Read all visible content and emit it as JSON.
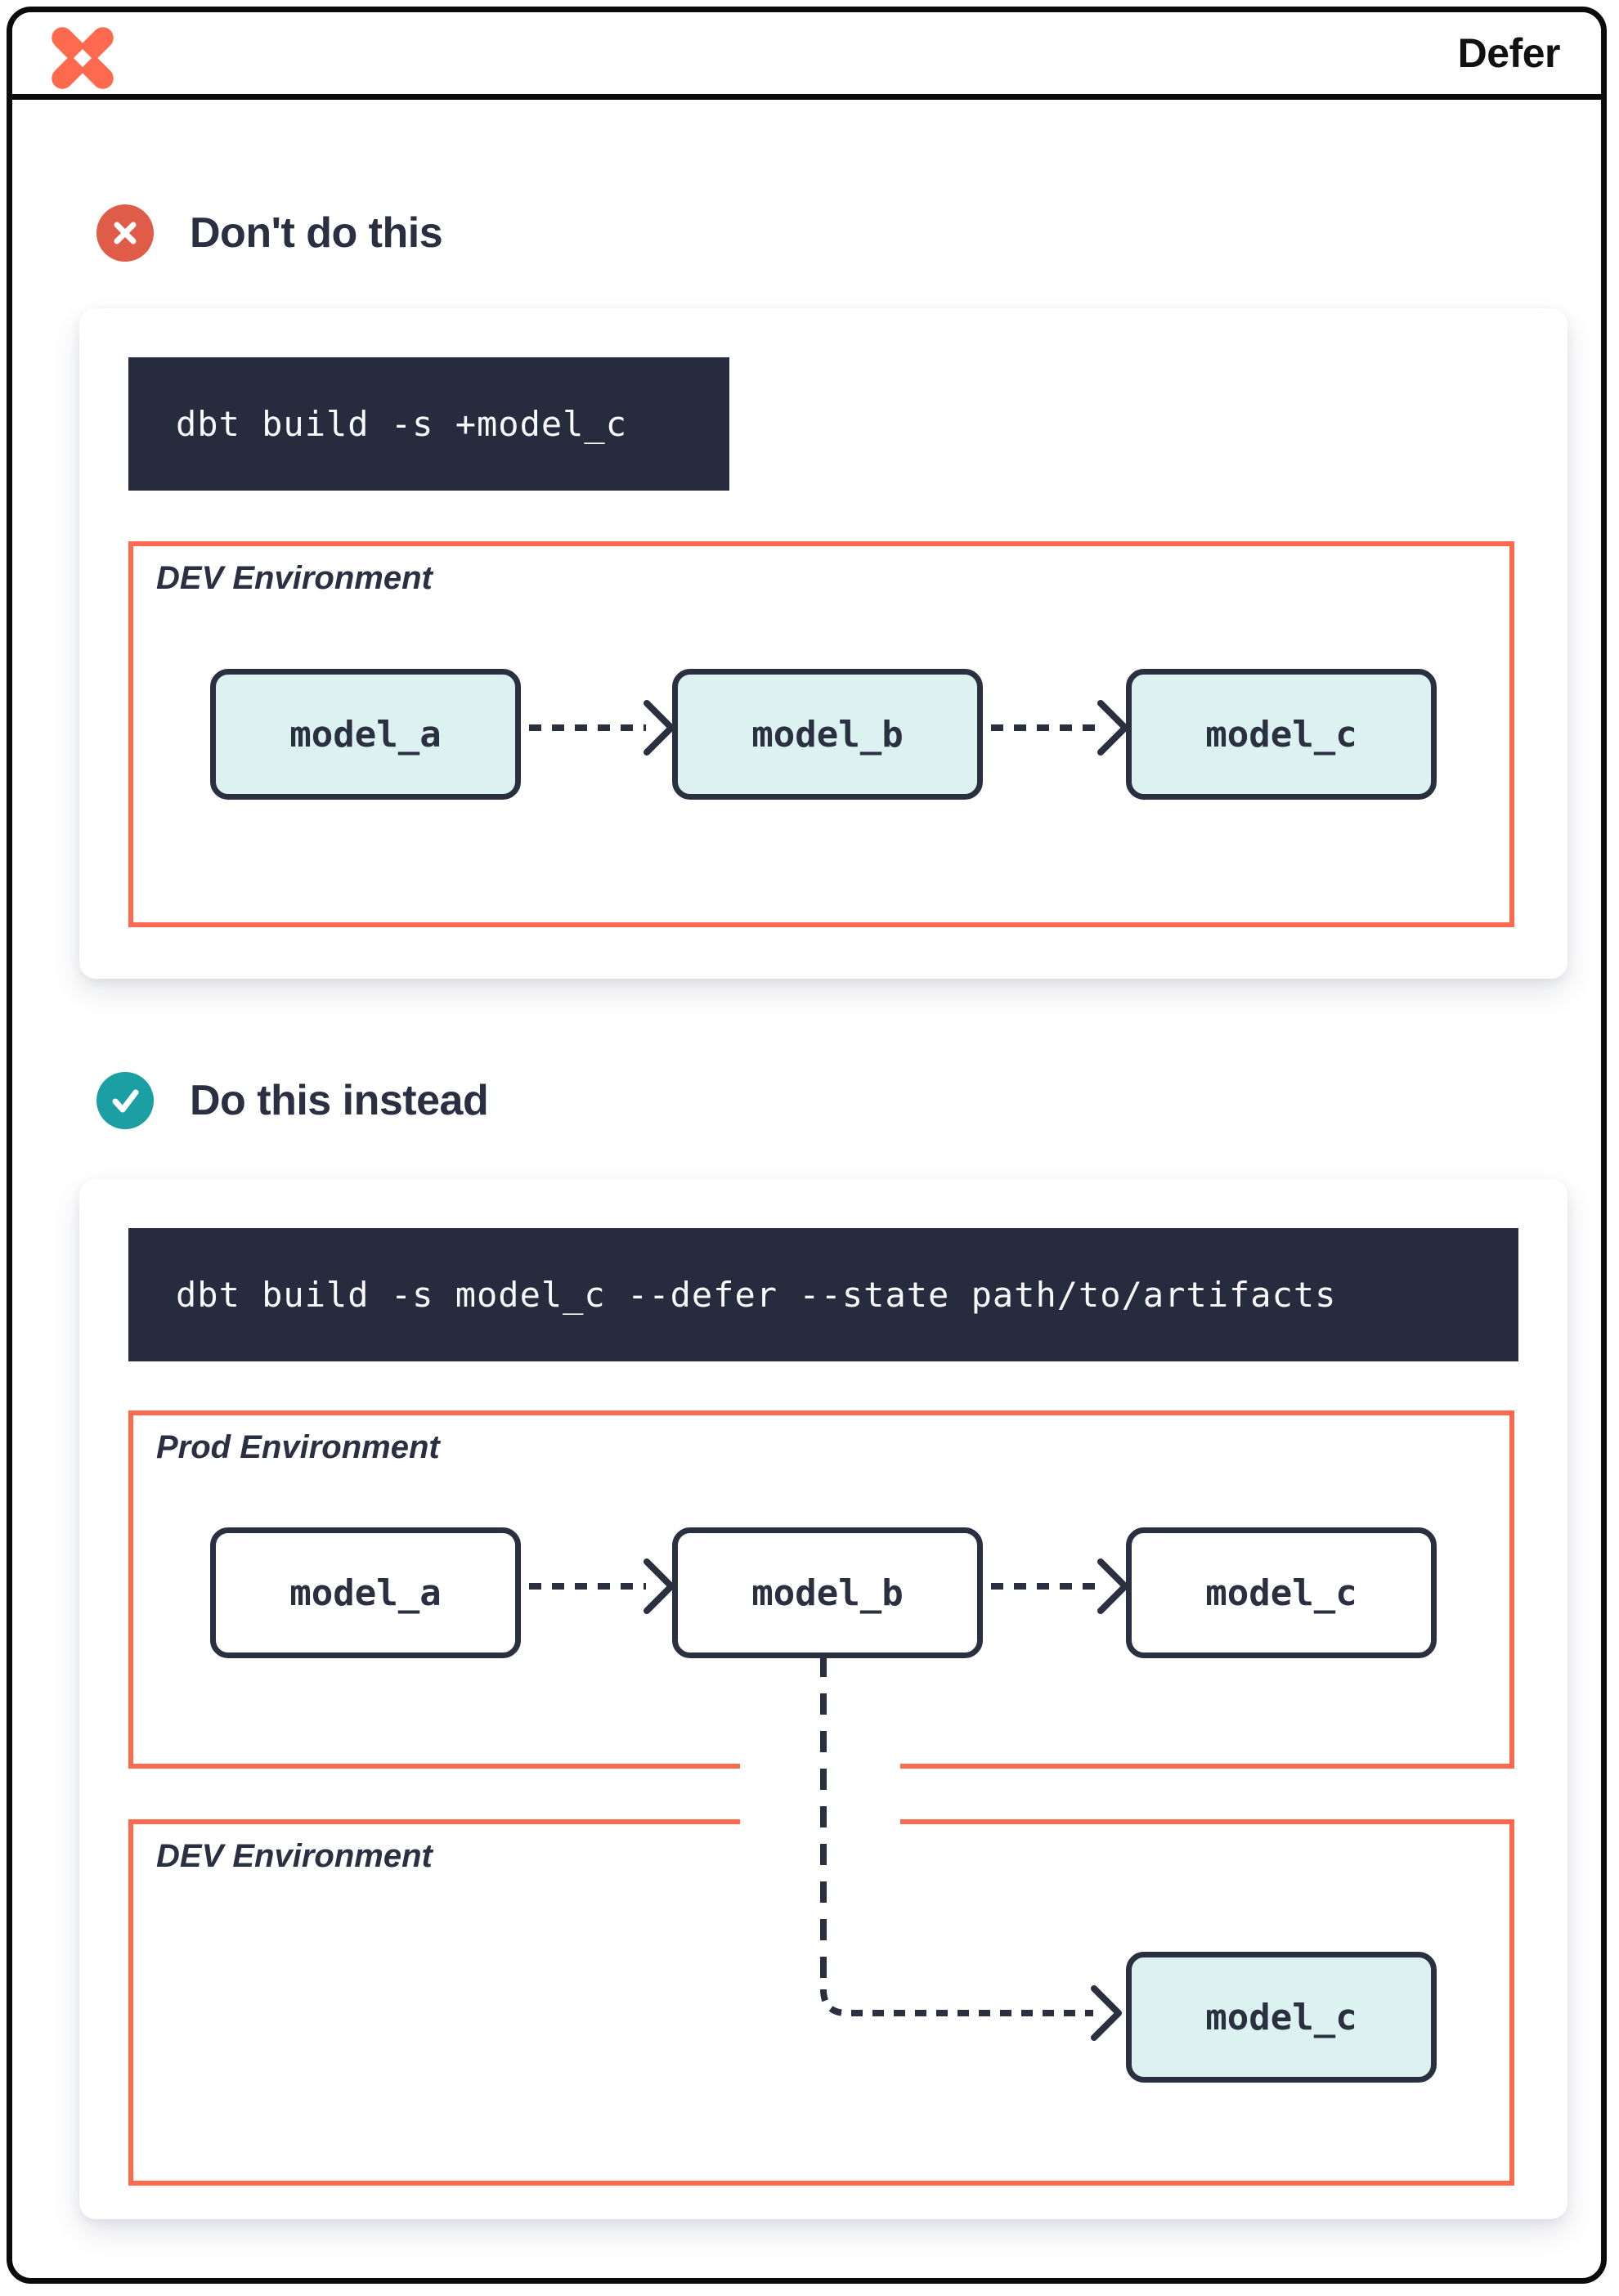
{
  "header": {
    "title": "Defer",
    "logo_icon": "dbt-logo"
  },
  "dont_section": {
    "icon": "x-circle",
    "heading": "Don't do this",
    "command": "dbt build -s +model_c",
    "environment": {
      "label": "DEV Environment",
      "models": [
        {
          "label": "model_a"
        },
        {
          "label": "model_b"
        },
        {
          "label": "model_c"
        }
      ]
    }
  },
  "do_section": {
    "icon": "check-circle",
    "heading": "Do this instead",
    "command": "dbt build -s model_c --defer --state path/to/artifacts",
    "prod_environment": {
      "label": "Prod Environment",
      "models": [
        {
          "label": "model_a"
        },
        {
          "label": "model_b"
        },
        {
          "label": "model_c"
        }
      ]
    },
    "dev_environment": {
      "label": "DEV Environment",
      "models": [
        {
          "label": "model_c"
        }
      ]
    }
  },
  "colors": {
    "brand_orange": "#FF6A4E",
    "error_red": "#DF5C49",
    "success_teal": "#1B9FA3",
    "navy": "#262B3D",
    "model_fill": "#DCF2F1",
    "frame_black": "#0b0b0d"
  }
}
